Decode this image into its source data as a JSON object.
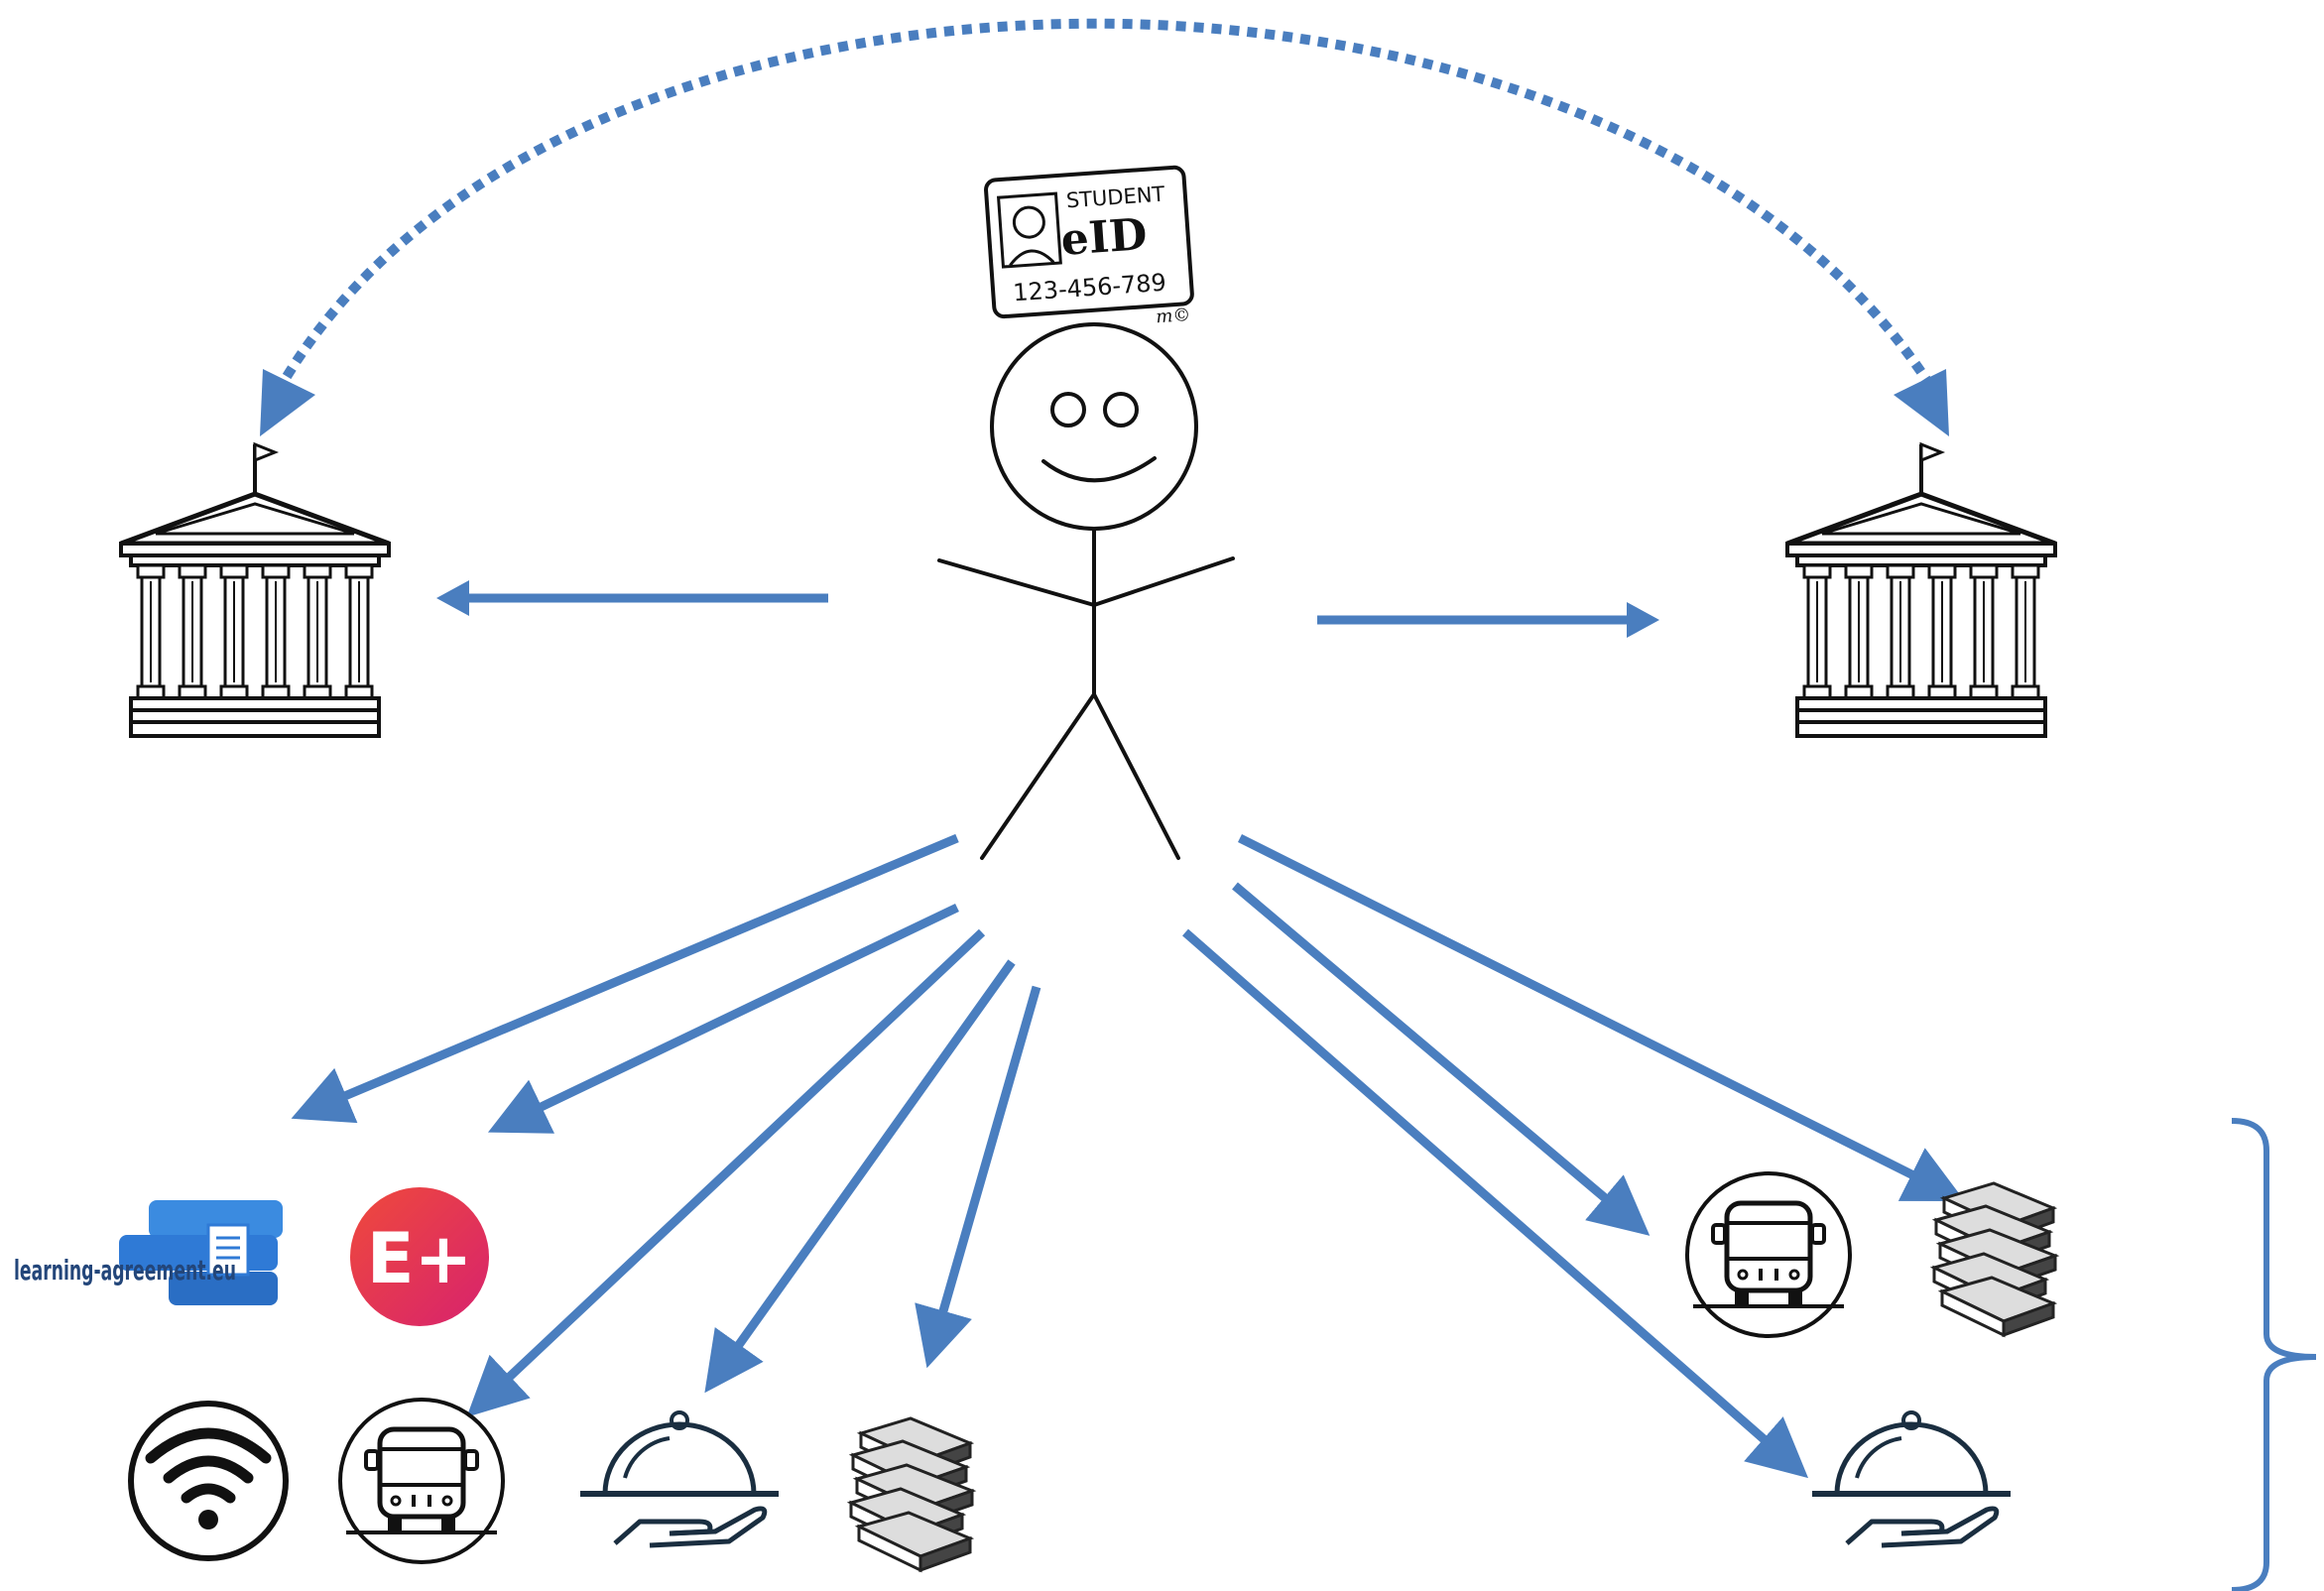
{
  "card": {
    "line1": "STUDENT",
    "line2": "eID",
    "number": "123-456-789",
    "mark": "m©"
  },
  "logos": {
    "learning_agreement": "learning-agreement.eu",
    "erasmus": "E+"
  },
  "colors": {
    "arrow": "#4a7ebf",
    "ink": "#111111",
    "erasmus_start": "#e8383d",
    "erasmus_end": "#d8246a",
    "la_blue": "#2f7ad6",
    "la_text": "#23467a"
  }
}
